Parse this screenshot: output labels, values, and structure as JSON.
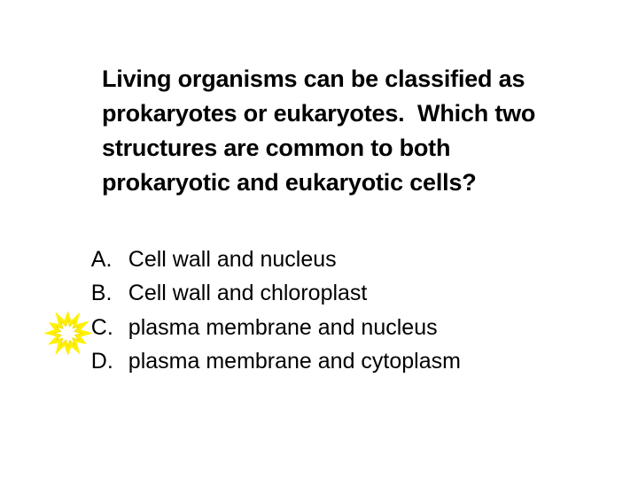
{
  "slide": {
    "background_color": "#ffffff",
    "text_color": "#000000",
    "question": {
      "lines": [
        "Living organisms can be classified as",
        "prokaryotes or eukaryotes.  Which two",
        "structures are common to both",
        "prokaryotic and eukaryotic cells?"
      ]
    },
    "options": [
      {
        "letter": "A.",
        "text": "Cell wall and nucleus"
      },
      {
        "letter": "B.",
        "text": "Cell wall and chloroplast"
      },
      {
        "letter": "C.",
        "text": "plasma membrane and nucleus"
      },
      {
        "letter": "D.",
        "text": "plasma membrane and cytoplasm"
      }
    ],
    "answer_highlight": {
      "shape": "starburst",
      "outer_color": "#fff100",
      "inner_color": "#ffffff",
      "edge_color": "#f0dc00",
      "marks_option": "D."
    }
  }
}
